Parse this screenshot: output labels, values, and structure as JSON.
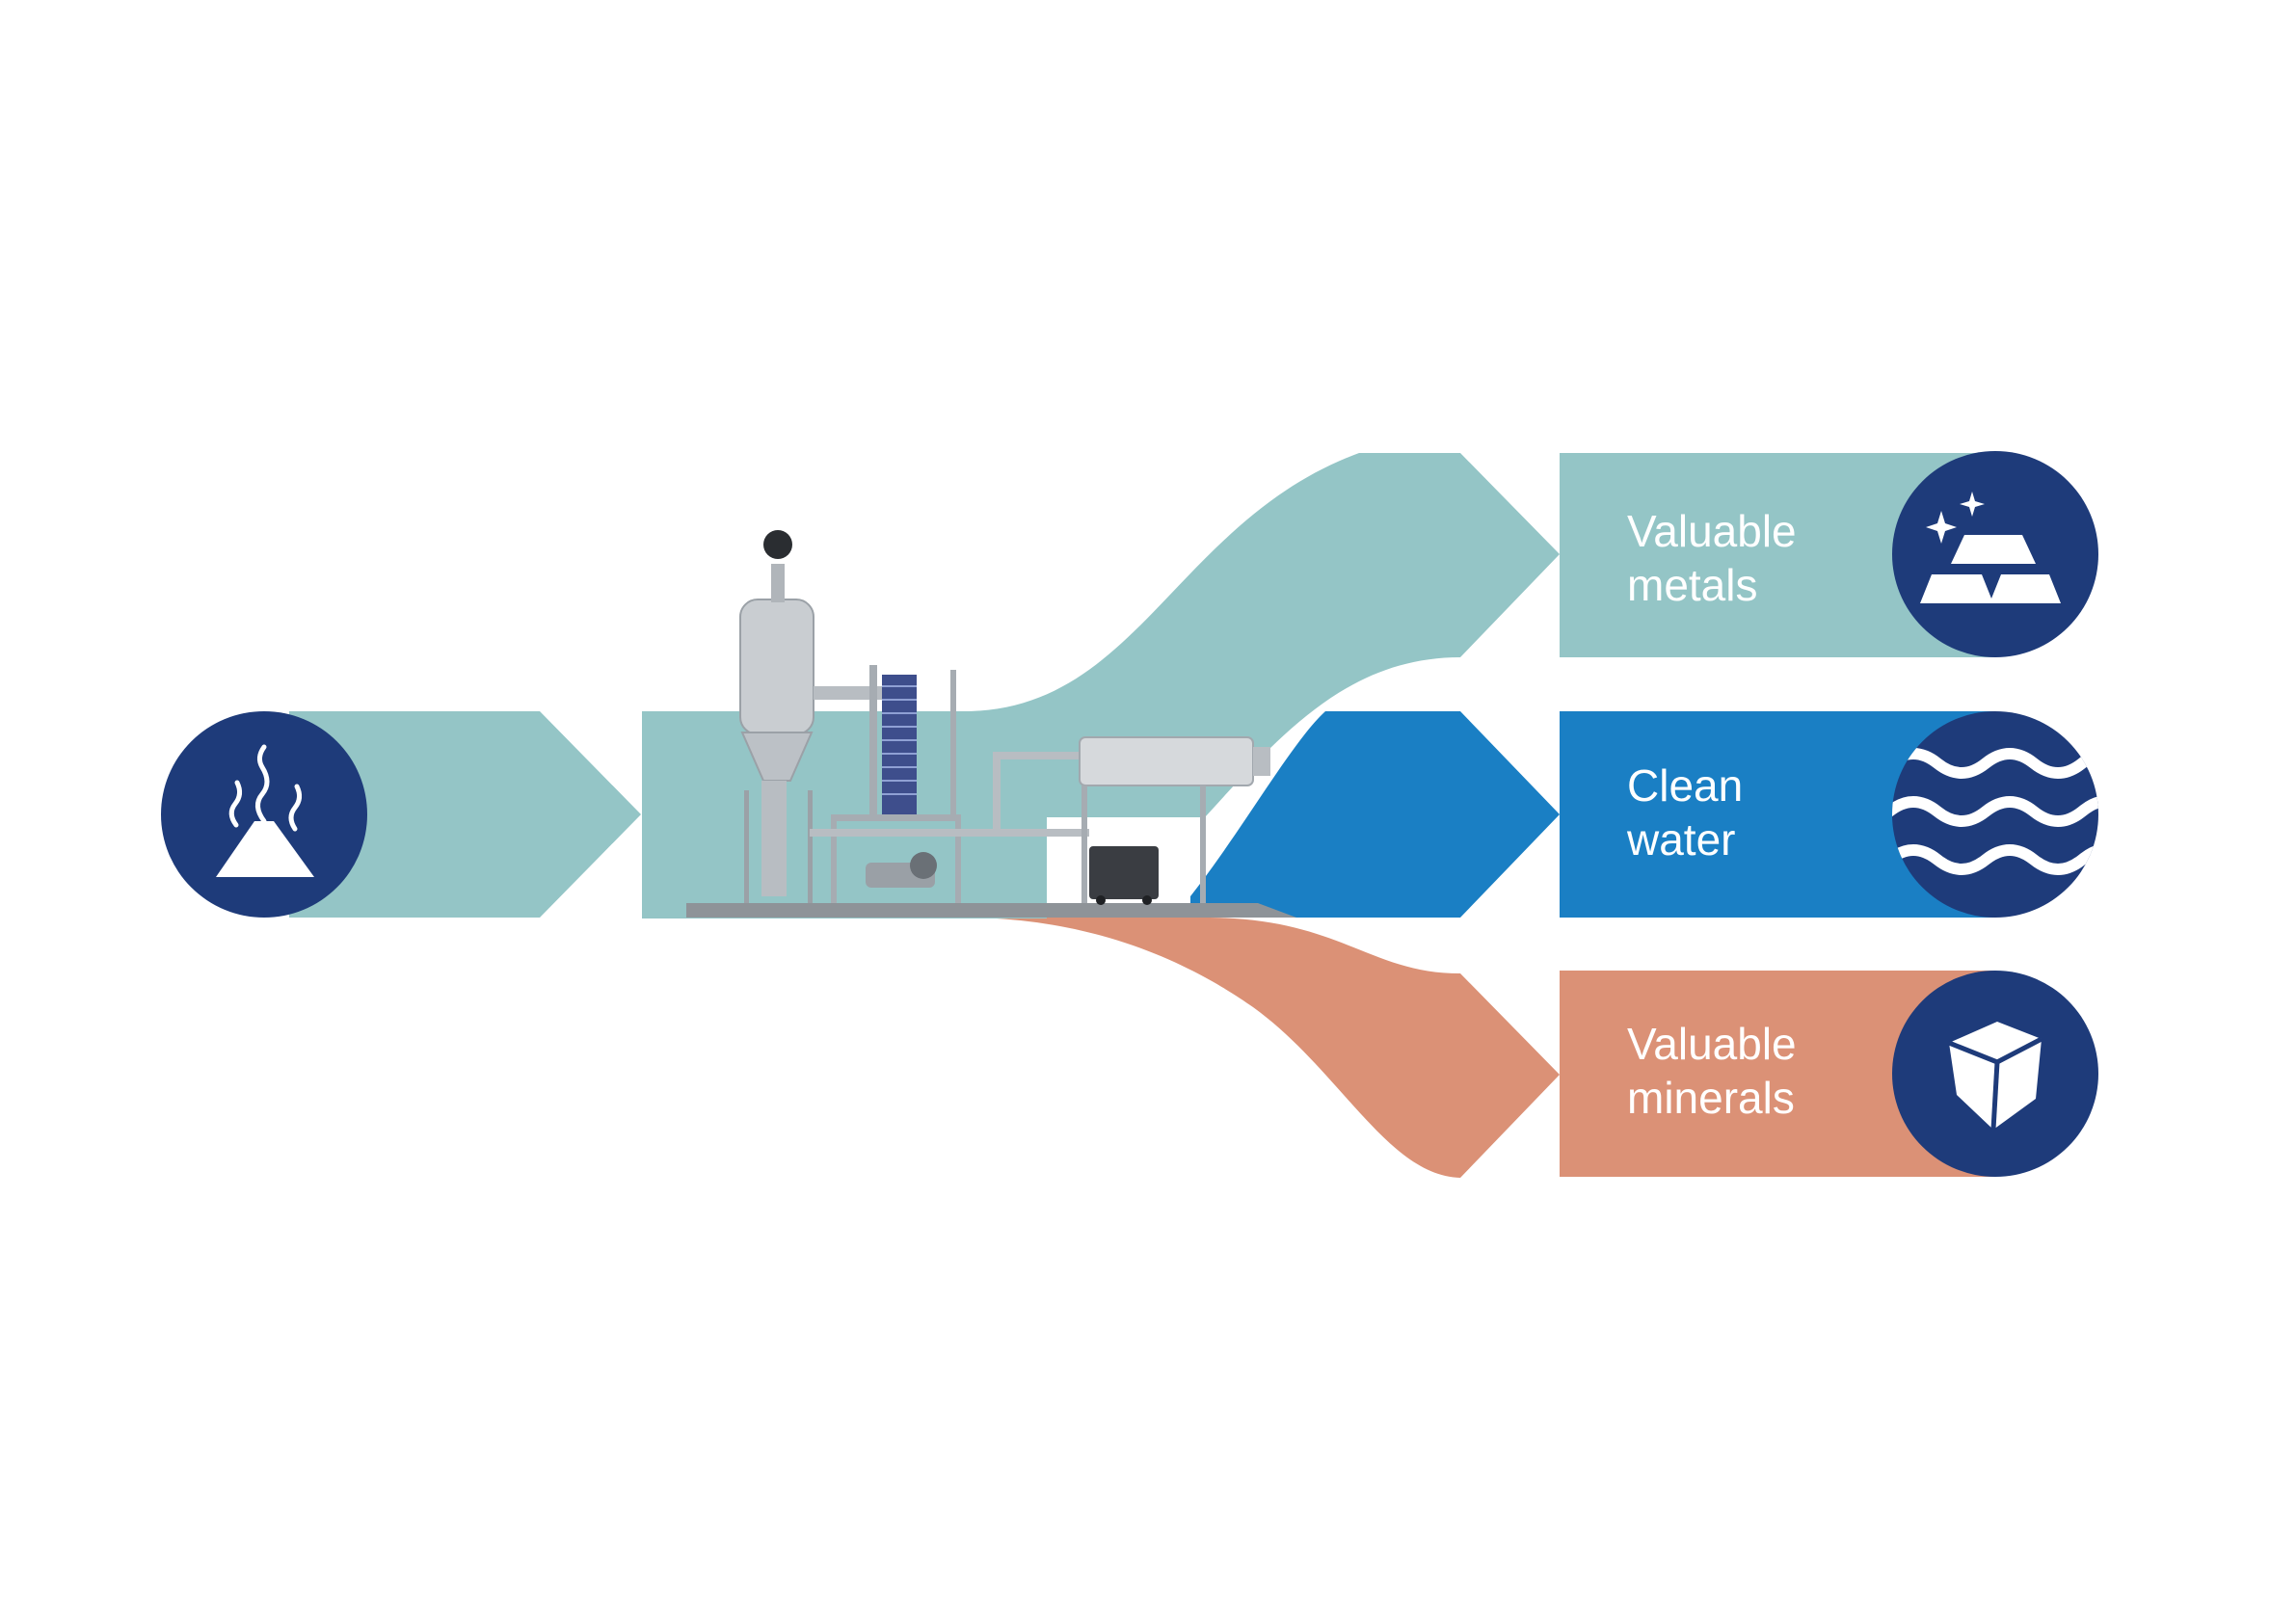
{
  "colors": {
    "teal": "#94c5c6",
    "blue": "#1a7fc4",
    "salmon": "#db9176",
    "navy": "#1e3b7a",
    "steel": "#c9cdd1",
    "white": "#ffffff"
  },
  "input": {
    "icon": "steaming-pile-icon"
  },
  "outputs": [
    {
      "line1": "Valuable",
      "line2": "metals",
      "icon": "gold-bars-icon"
    },
    {
      "line1": "Clean",
      "line2": "water",
      "icon": "waves-icon"
    },
    {
      "line1": "Valuable",
      "line2": "minerals",
      "icon": "mineral-crystal-icon"
    }
  ]
}
